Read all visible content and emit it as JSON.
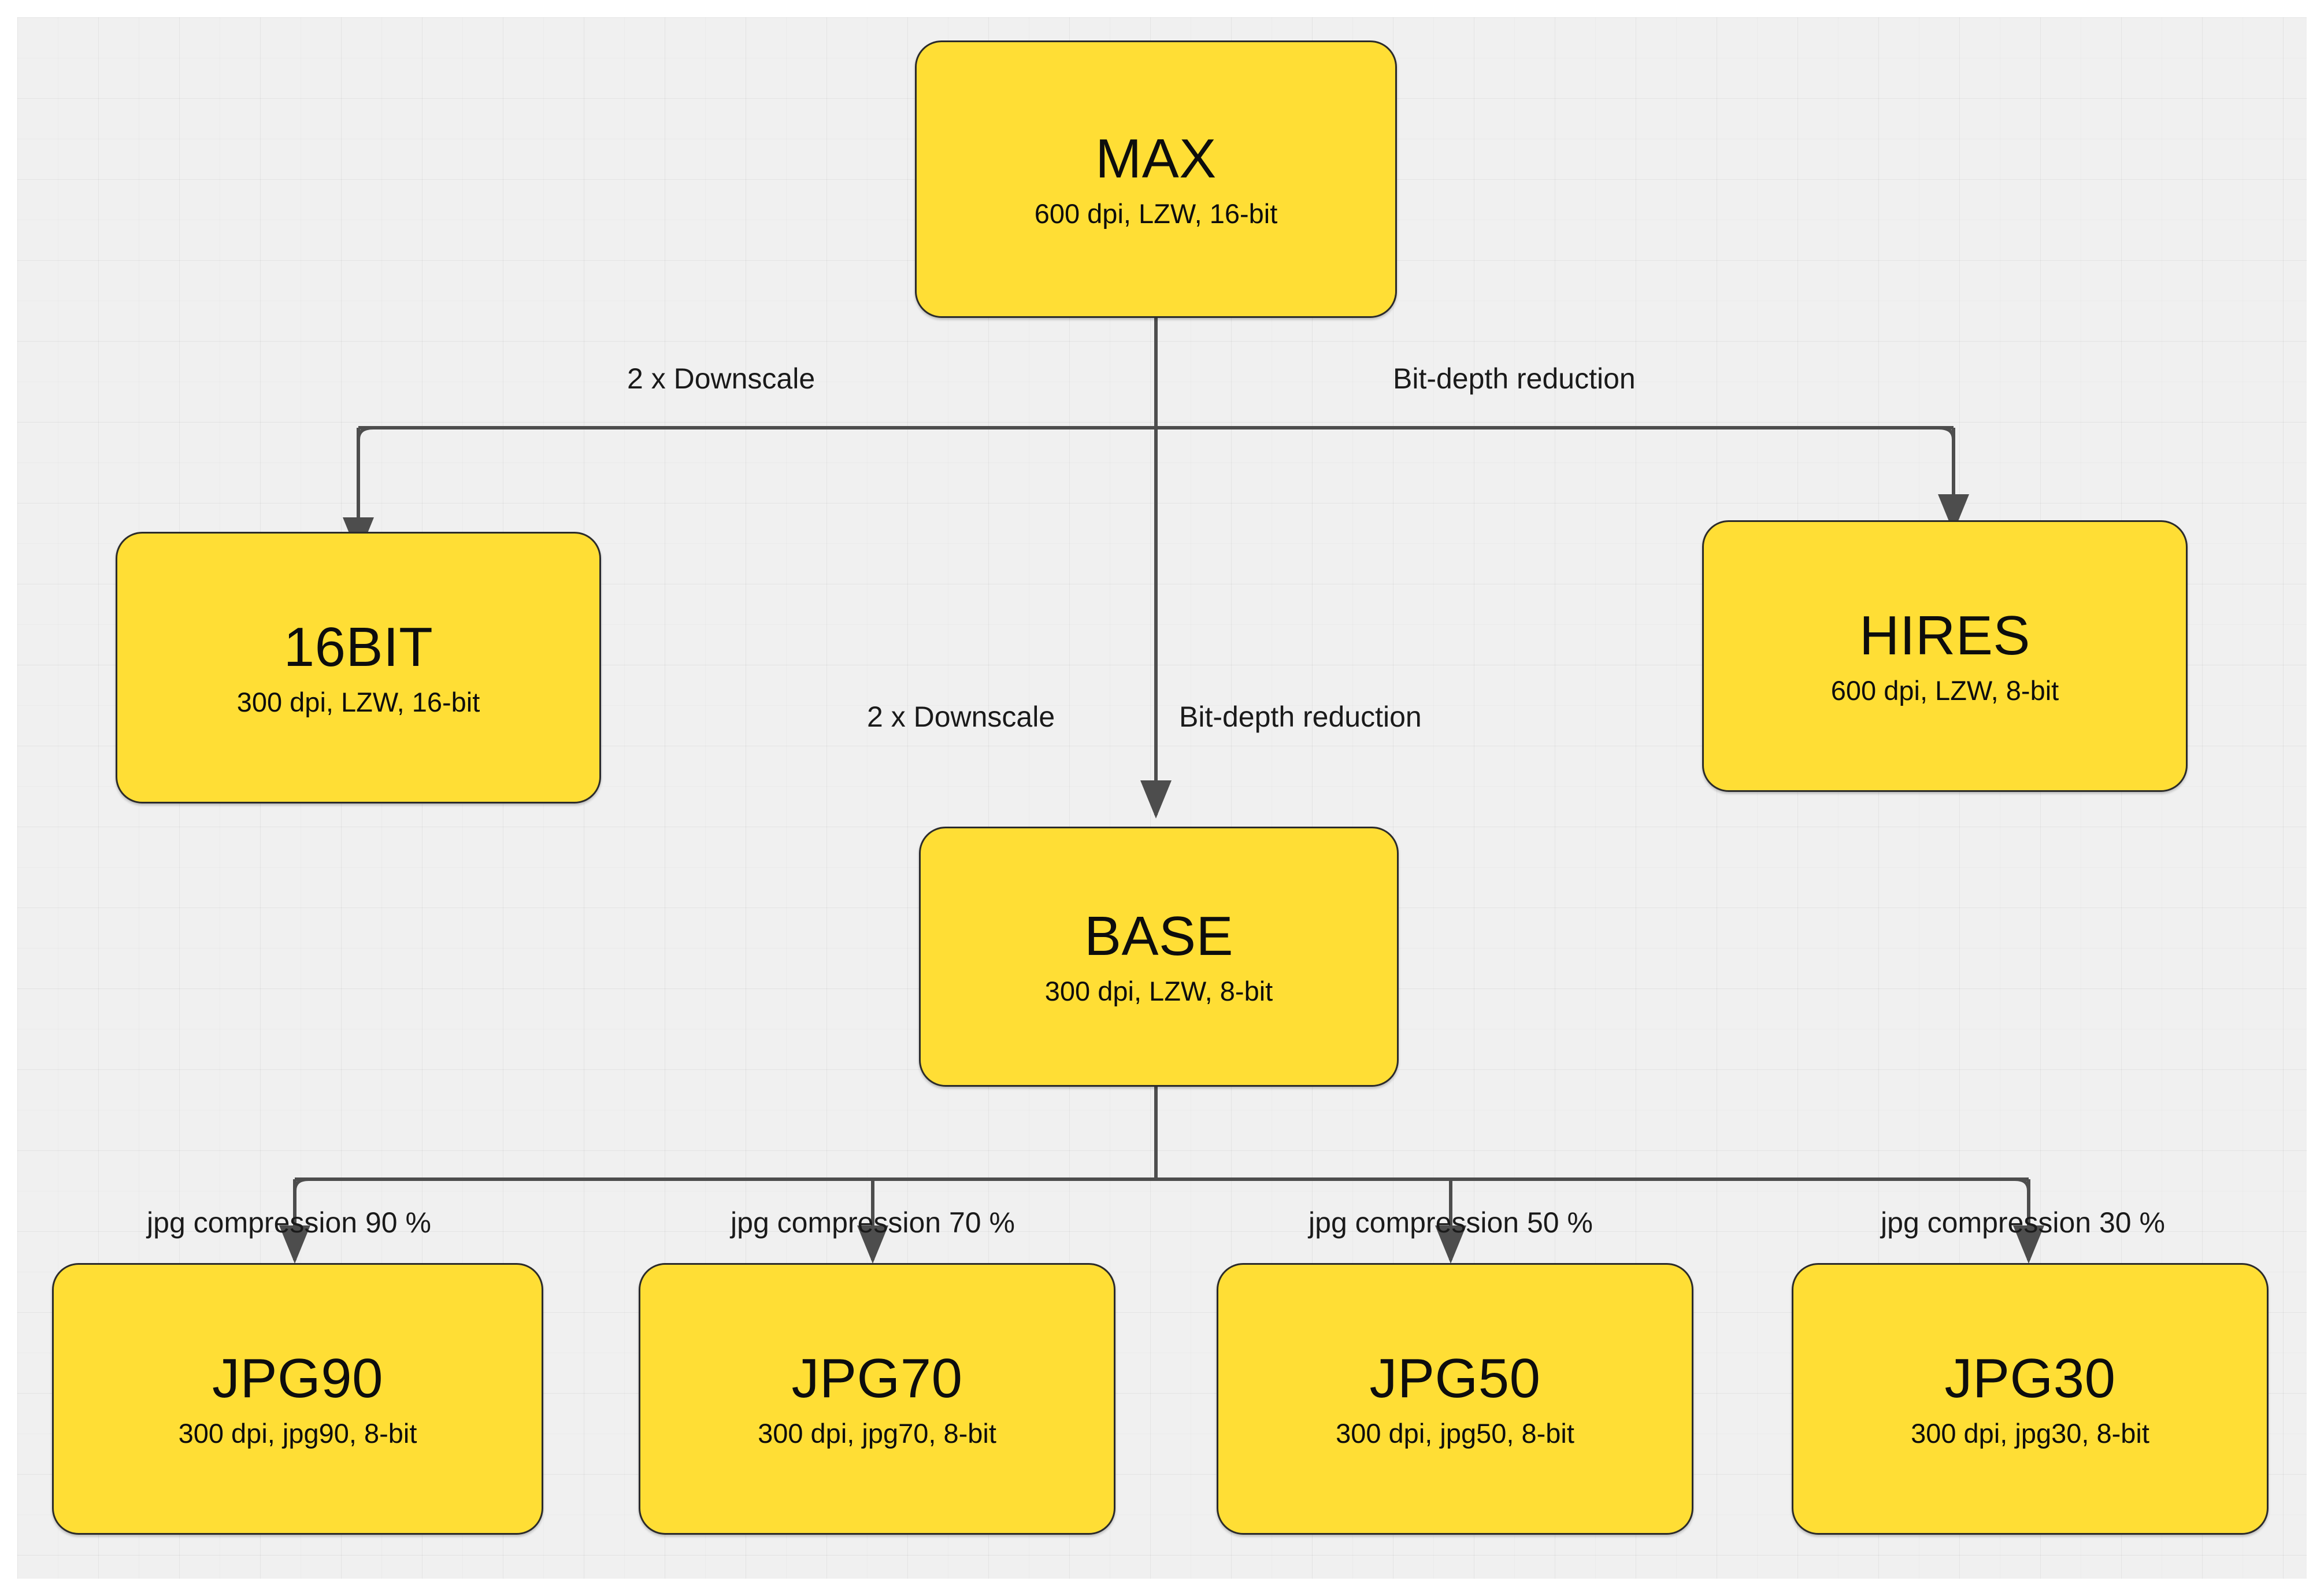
{
  "diagram": {
    "type": "flowchart",
    "title": "Image derivative generation pipeline",
    "background_color": "#f0f0f0",
    "node_fill_color": "#FFDE35",
    "node_border_color": "#2b2b2b",
    "edge_color": "#4d4d4d"
  },
  "nodes": [
    {
      "id": "MAX",
      "title": "MAX",
      "subtitle": "600 dpi, LZW, 16-bit"
    },
    {
      "id": "16BIT",
      "title": "16BIT",
      "subtitle": "300 dpi, LZW, 16-bit"
    },
    {
      "id": "HIRES",
      "title": "HIRES",
      "subtitle": "600 dpi, LZW, 8-bit"
    },
    {
      "id": "BASE",
      "title": "BASE",
      "subtitle": "300 dpi, LZW, 8-bit"
    },
    {
      "id": "JPG90",
      "title": "JPG90",
      "subtitle": "300 dpi, jpg90, 8-bit"
    },
    {
      "id": "JPG70",
      "title": "JPG70",
      "subtitle": "300 dpi, jpg70, 8-bit"
    },
    {
      "id": "JPG50",
      "title": "JPG50",
      "subtitle": "300 dpi, jpg50, 8-bit"
    },
    {
      "id": "JPG30",
      "title": "JPG30",
      "subtitle": "300 dpi, jpg30, 8-bit"
    }
  ],
  "edges": [
    {
      "from": "MAX",
      "to": "16BIT",
      "label": "2 x Downscale"
    },
    {
      "from": "MAX",
      "to": "HIRES",
      "label": "Bit-depth reduction"
    },
    {
      "from": "MAX",
      "to": "BASE",
      "label_left": "2 x Downscale",
      "label_right": "Bit-depth reduction"
    },
    {
      "from": "BASE",
      "to": "JPG90",
      "label": "jpg compression 90 %"
    },
    {
      "from": "BASE",
      "to": "JPG70",
      "label": "jpg compression 70 %"
    },
    {
      "from": "BASE",
      "to": "JPG50",
      "label": "jpg compression 50 %"
    },
    {
      "from": "BASE",
      "to": "JPG30",
      "label": "jpg compression 30 %"
    }
  ],
  "labels": {
    "downscale_top": "2 x Downscale",
    "bitdepth_top": "Bit-depth reduction",
    "downscale_mid": "2 x Downscale",
    "bitdepth_mid": "Bit-depth reduction",
    "jpg90": "jpg compression 90 %",
    "jpg70": "jpg compression 70 %",
    "jpg50": "jpg compression 50 %",
    "jpg30": "jpg compression 30 %"
  }
}
